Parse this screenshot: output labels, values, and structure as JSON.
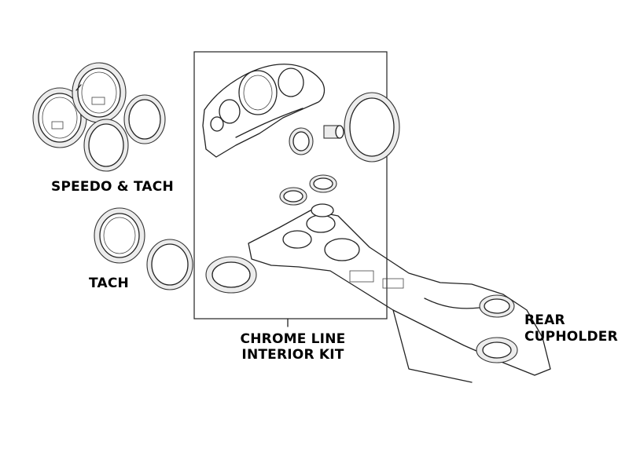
{
  "labels": {
    "speedo_tach": "SPEEDO & TACH",
    "tach": "TACH",
    "chrome_line": "CHROME LINE",
    "interior_kit": "INTERIOR KIT",
    "rear": "REAR",
    "cupholder": "CUPHOLDER"
  }
}
